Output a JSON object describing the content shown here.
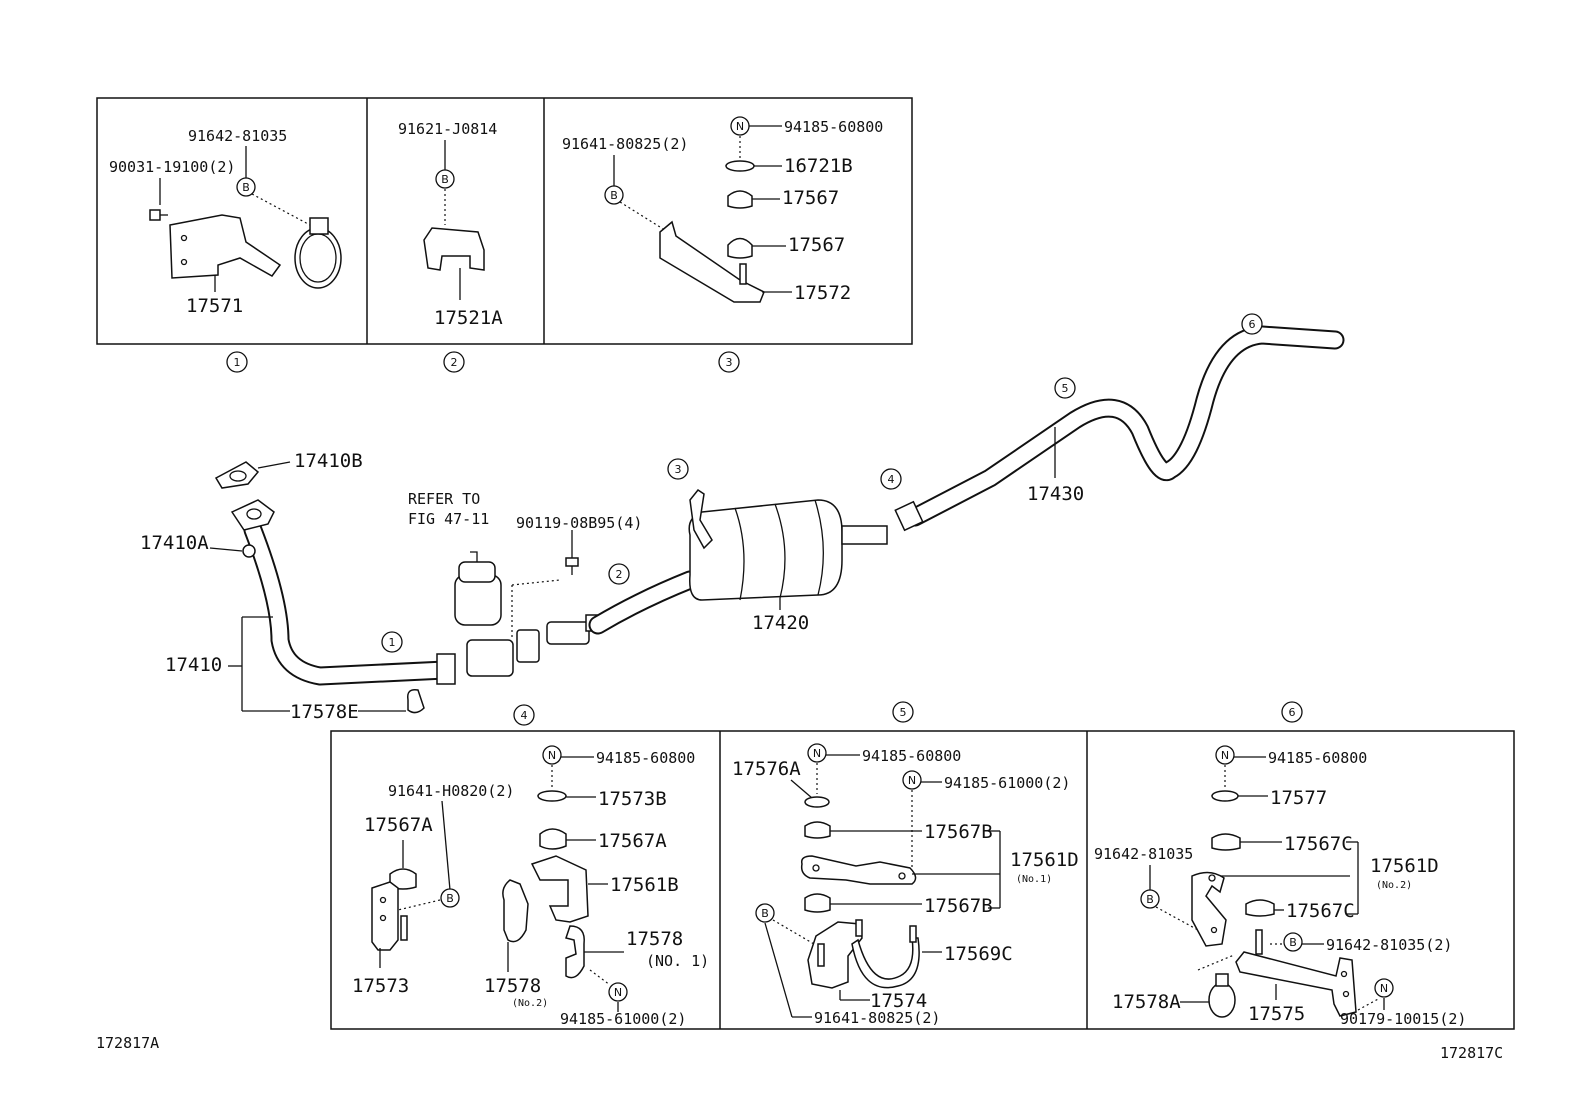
{
  "codes": {
    "left": "172817A",
    "right": "172817C"
  },
  "refer": {
    "line1": "REFER TO",
    "line2": "FIG 47-11"
  },
  "symbols": {
    "bolt": "B",
    "nut": "N"
  },
  "circles": [
    "1",
    "2",
    "3",
    "4",
    "5",
    "6"
  ],
  "detail1": {
    "p1": "91642-81035",
    "p2": "90031-19100(2)",
    "p3": "17571"
  },
  "detail2": {
    "p1": "91621-J0814",
    "p2": "17521A"
  },
  "detail3": {
    "p1": "91641-80825(2)",
    "p2": "94185-60800",
    "p3": "16721B",
    "p4": "17567",
    "p5": "17567",
    "p6": "17572"
  },
  "main": {
    "p17410B": "17410B",
    "p17410A": "17410A",
    "p17410": "17410",
    "p17578E": "17578E",
    "p90119": "90119-08B95(4)",
    "p17420": "17420",
    "p17430": "17430"
  },
  "detail4": {
    "p1": "94185-60800",
    "p2": "91641-H0820(2)",
    "p3": "17573B",
    "p4": "17567A",
    "p5": "17567A",
    "p6": "17561B",
    "p7": "17578",
    "p7sub": "(NO. 1)",
    "p8": "17578",
    "p8sub": "(No.2)",
    "p9": "17573",
    "p10": "94185-61000(2)"
  },
  "detail5": {
    "p1": "17576A",
    "p2": "94185-60800",
    "p3": "94185-61000(2)",
    "p4": "17567B",
    "p5": "17561D",
    "p5sub": "(No.1)",
    "p6": "17567B",
    "p7": "17569C",
    "p8": "17574",
    "p9": "91641-80825(2)"
  },
  "detail6": {
    "p1": "94185-60800",
    "p2": "17577",
    "p3": "91642-81035",
    "p4": "17567C",
    "p5": "17561D",
    "p5sub": "(No.2)",
    "p6": "17567C",
    "p7": "91642-81035(2)",
    "p8": "17578A",
    "p9": "17575",
    "p10": "90179-10015(2)"
  }
}
